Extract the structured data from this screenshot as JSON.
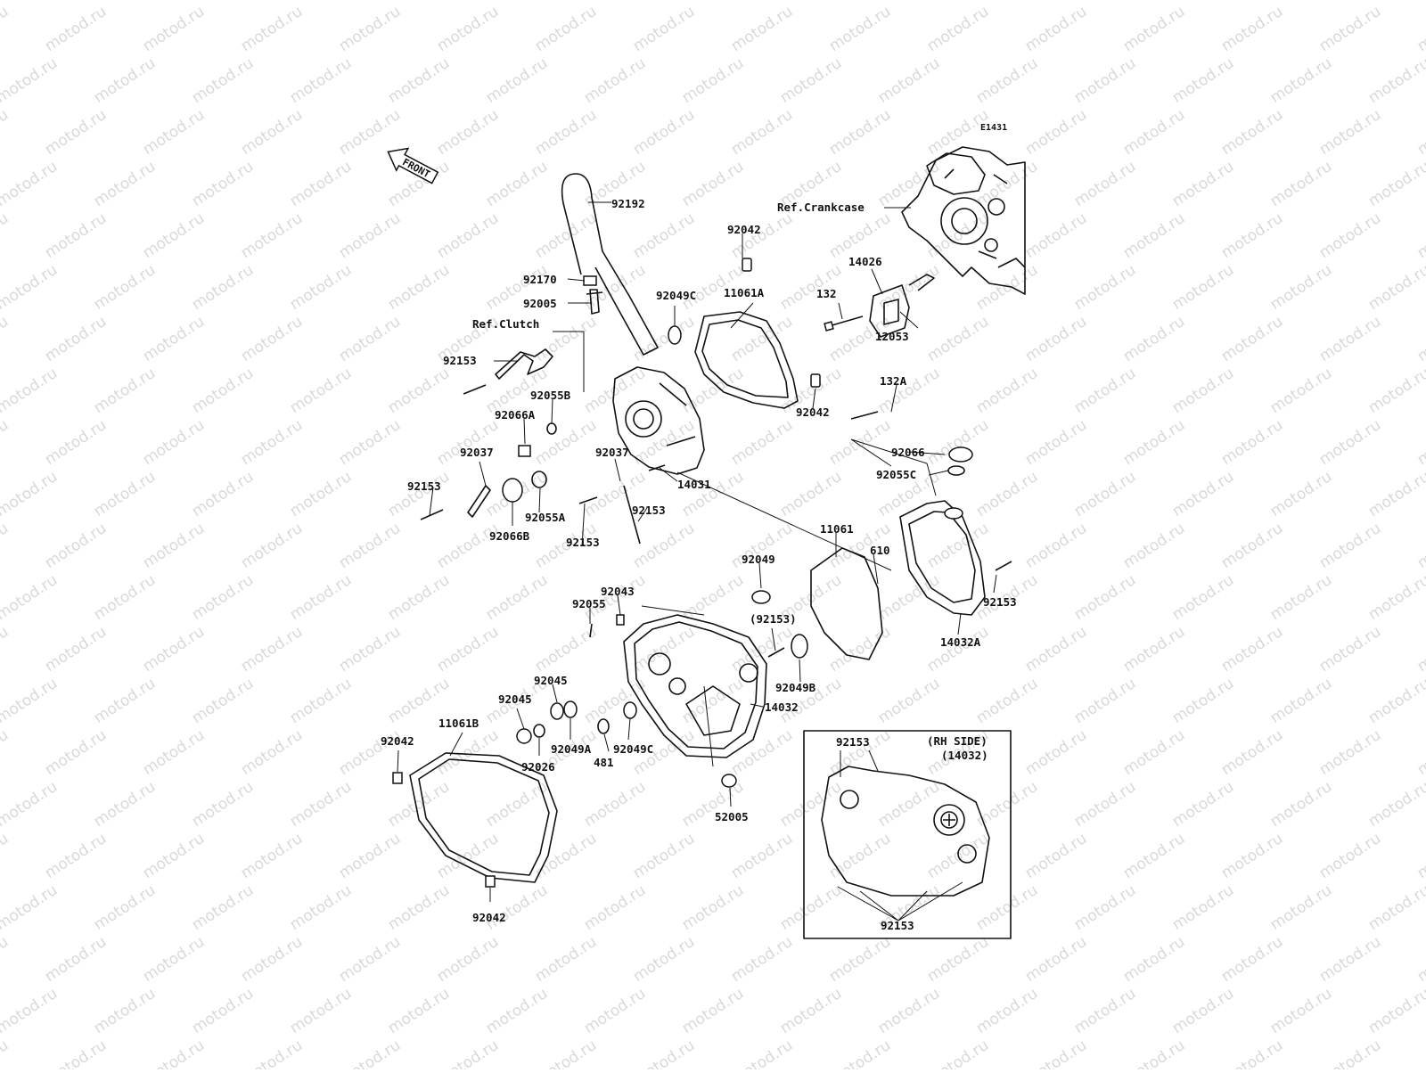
{
  "watermark": "motod.ru",
  "diagram_code": "E1431",
  "front_label": "FRONT",
  "refs": {
    "crankcase": "Ref.Crankcase",
    "clutch": "Ref.Clutch"
  },
  "inset": {
    "title": "(RH SIDE)",
    "subtitle": "(14032)",
    "label_top": "92153",
    "label_bottom": "92153"
  },
  "labels": [
    "92192",
    "92042",
    "92170",
    "92005",
    "92049C",
    "11061A",
    "14026",
    "132",
    "12053",
    "92153",
    "92055B",
    "92066A",
    "92042",
    "92037",
    "92037",
    "14031",
    "92153",
    "92153",
    "92055A",
    "92066B",
    "92153",
    "132A",
    "92066",
    "92055C",
    "11061",
    "610",
    "92153",
    "14032A",
    "92049",
    "92043",
    "92055",
    "(92153)",
    "92049B",
    "14032",
    "92045",
    "92045",
    "92026",
    "92049A",
    "481",
    "92049C",
    "52005",
    "92042",
    "11061B",
    "92042"
  ]
}
